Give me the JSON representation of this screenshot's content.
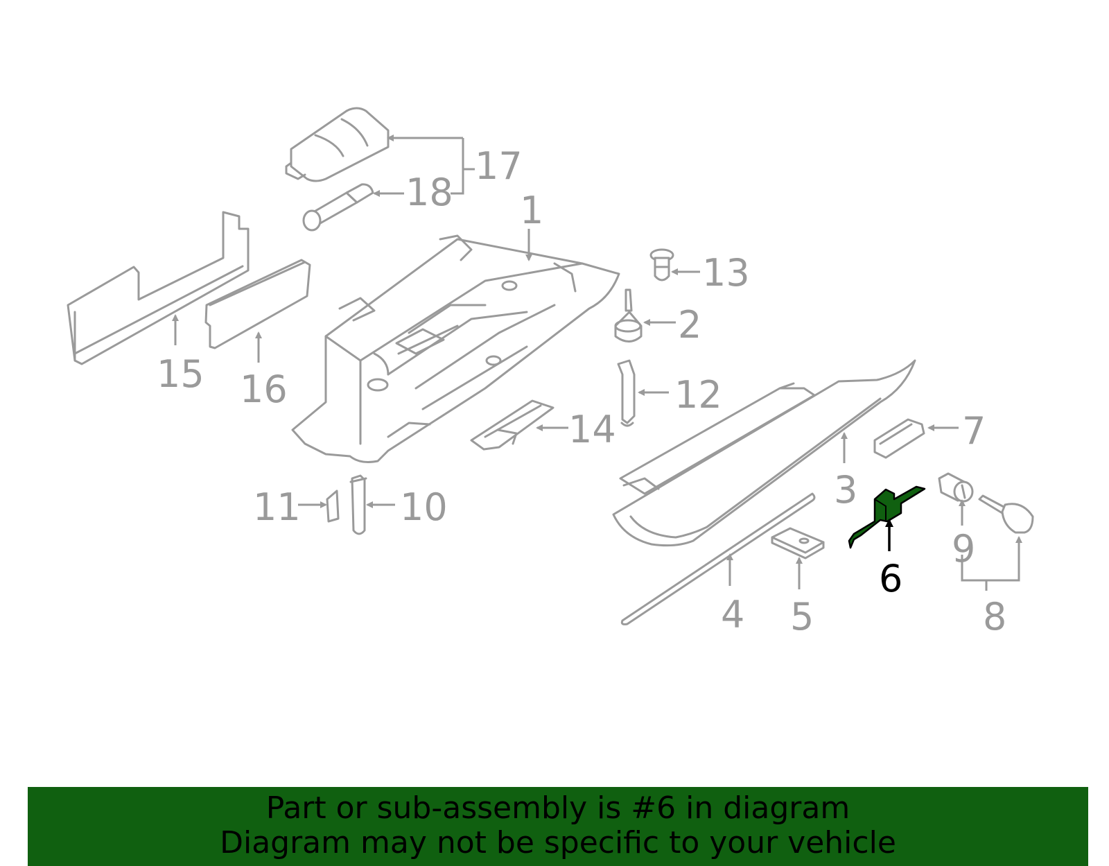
{
  "diagram": {
    "highlighted_part": "6",
    "highlight_color": "#106010",
    "line_color": "#9a9a9a",
    "callouts": [
      {
        "id": "c1",
        "label": "1"
      },
      {
        "id": "c2",
        "label": "2"
      },
      {
        "id": "c3",
        "label": "3"
      },
      {
        "id": "c4",
        "label": "4"
      },
      {
        "id": "c5",
        "label": "5"
      },
      {
        "id": "c6",
        "label": "6"
      },
      {
        "id": "c7",
        "label": "7"
      },
      {
        "id": "c8",
        "label": "8"
      },
      {
        "id": "c9",
        "label": "9"
      },
      {
        "id": "c10",
        "label": "10"
      },
      {
        "id": "c11",
        "label": "11"
      },
      {
        "id": "c12",
        "label": "12"
      },
      {
        "id": "c13",
        "label": "13"
      },
      {
        "id": "c14",
        "label": "14"
      },
      {
        "id": "c15",
        "label": "15"
      },
      {
        "id": "c16",
        "label": "16"
      },
      {
        "id": "c17",
        "label": "17"
      },
      {
        "id": "c18",
        "label": "18"
      }
    ]
  },
  "banner": {
    "line1": "Part or sub-assembly is #6 in diagram",
    "line2": "Diagram may not be specific to your vehicle",
    "background": "#106010"
  }
}
